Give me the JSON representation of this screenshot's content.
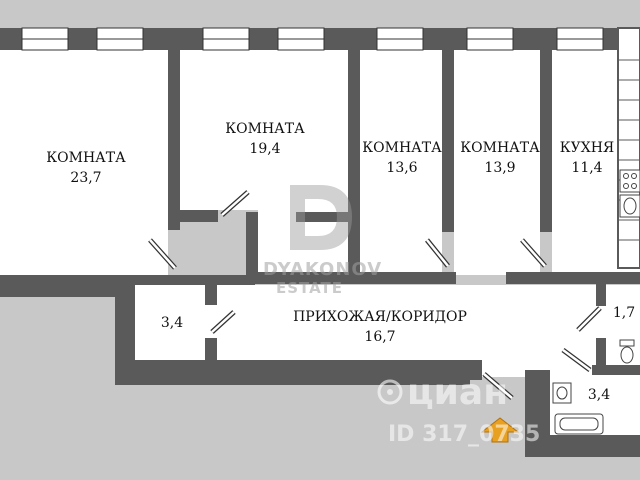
{
  "rooms": [
    {
      "name": "КОМНАТА",
      "area": "23,7"
    },
    {
      "name": "КОМНАТА",
      "area": "19,4"
    },
    {
      "name": "КОМНАТА",
      "area": "13,6"
    },
    {
      "name": "КОМНАТА",
      "area": "13,9"
    },
    {
      "name": "КУХНЯ",
      "area": "11,4"
    },
    {
      "name": "",
      "area": "3,4"
    },
    {
      "name": "ПРИХОЖАЯ/КОРИДОР",
      "area": "16,7"
    },
    {
      "name": "",
      "area": "1,7"
    },
    {
      "name": "",
      "area": "3,4"
    }
  ],
  "watermark": {
    "line1": "DYAKONOV",
    "line2": "ESTATE"
  },
  "cian": {
    "brand": "циан",
    "id": "ID 317_0735"
  },
  "colors": {
    "wall": "#5a5a5a",
    "floor": "#c8c8c8",
    "arrow": "#e8a020"
  }
}
